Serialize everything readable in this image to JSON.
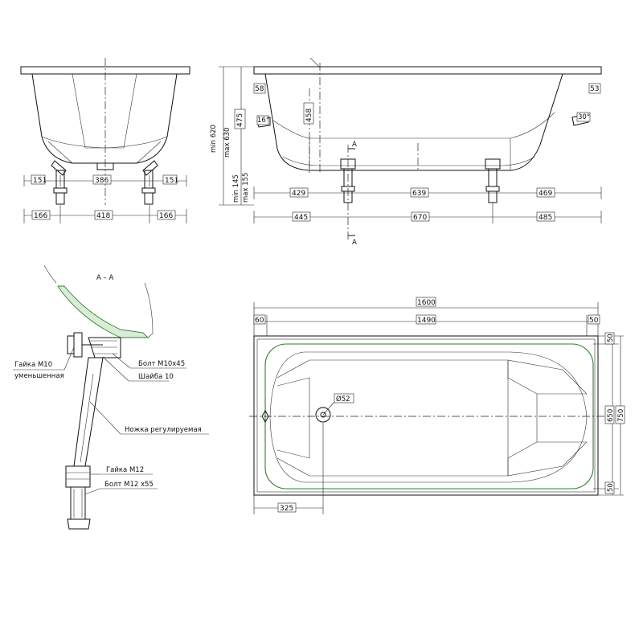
{
  "front_view": {
    "dims": {
      "d151_left": "151",
      "d386": "386",
      "d151_right": "151",
      "d166_left": "166",
      "d418": "418",
      "d166_right": "166"
    }
  },
  "side_view": {
    "section_mark": "A",
    "dims": {
      "d58": "58",
      "d458": "458",
      "d53": "53",
      "d16": "16°",
      "d30": "30°",
      "min620": "min 620",
      "max630": "max 630",
      "d475": "475",
      "min145": "min 145",
      "max155": "max 155",
      "d429": "429",
      "d639": "639",
      "d469": "469",
      "d445": "445",
      "d670": "670",
      "d485": "485"
    }
  },
  "section_view": {
    "title": "A – A",
    "labels": {
      "nut_m10": "Гайка М10",
      "nut_m10_sub": "уменьшенная",
      "bolt_m10": "Болт М10х45",
      "washer": "Шайба 10",
      "leg": "Ножка регулируемая",
      "nut_m12": "Гайка М12",
      "bolt_m12": "Болт М12 х55"
    }
  },
  "top_view": {
    "dims": {
      "d1600": "1600",
      "d60": "60",
      "d1490": "1490",
      "d50_top": "50",
      "d50_r1": "50",
      "d650": "650",
      "d750": "750",
      "d50_r2": "50",
      "drain": "Ø52",
      "d325": "325"
    }
  },
  "colors": {
    "line": "#111111",
    "inner_contour": "#2e7d32",
    "section_fill": "#d9ecd6"
  }
}
